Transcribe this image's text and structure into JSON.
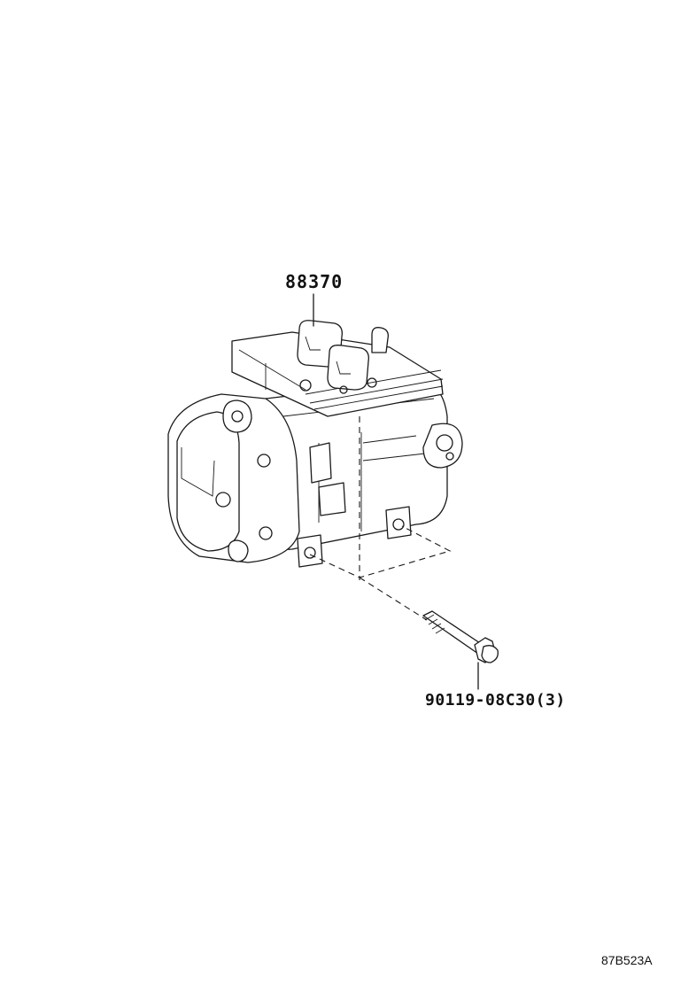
{
  "parts": {
    "compressor": {
      "part_number": "88370"
    },
    "bolt": {
      "part_number": "90119-08C30",
      "quantity": "(3)"
    }
  },
  "figure_code": "87B523A"
}
